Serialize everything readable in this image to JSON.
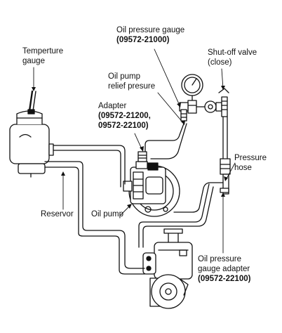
{
  "labels": {
    "temperature_gauge": [
      "Temperture",
      "gauge"
    ],
    "oil_pressure_gauge": [
      "Oil pressure gauge",
      "(09572-21000)"
    ],
    "shutoff_valve": [
      "Shut-off valve",
      "(close)"
    ],
    "relief_pressure": [
      "Oil pump",
      "relief presure"
    ],
    "adapter": [
      "Adapter",
      "(09572-21200,",
      "09572-22100)"
    ],
    "pressure_hose": [
      "Pressure",
      "hose"
    ],
    "reservor": "Reservor",
    "oil_pump": "Oil pump",
    "gauge_adapter": [
      "Oil pressure",
      "gauge adapter",
      "(09572-22100)"
    ]
  }
}
